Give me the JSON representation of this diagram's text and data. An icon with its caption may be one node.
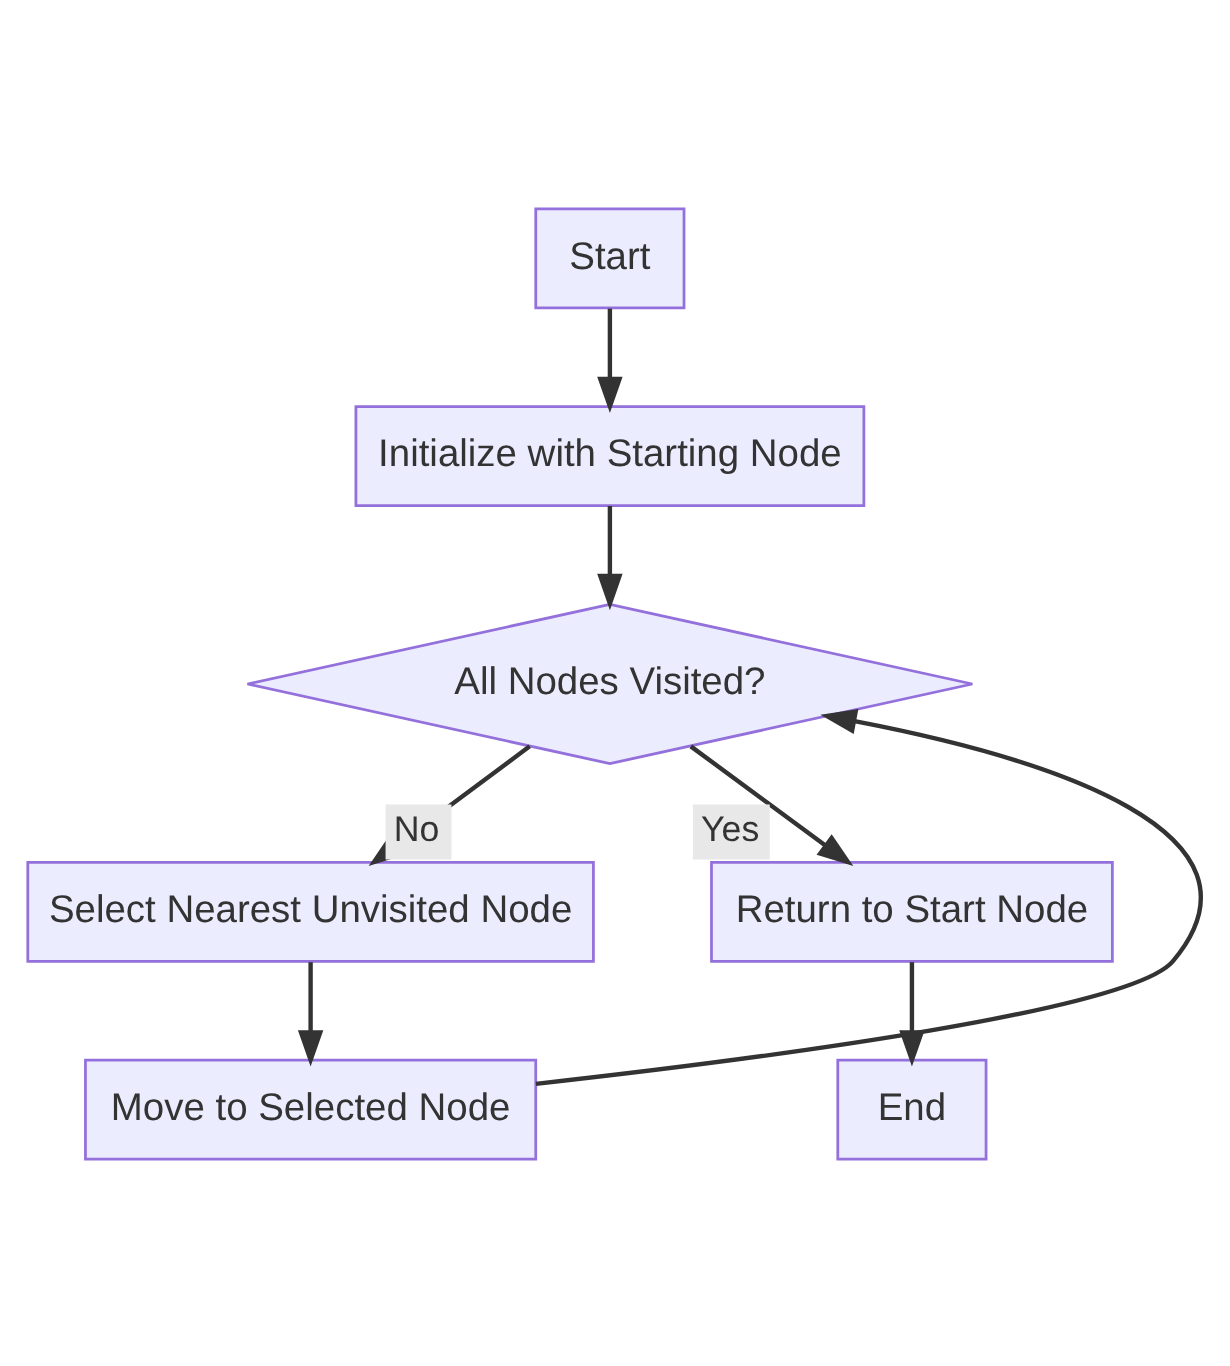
{
  "diagram": {
    "nodes": [
      {
        "text": [
          "Start"
        ]
      },
      {
        "text": [
          "Initialize with Starting Node"
        ]
      },
      {
        "text": [
          "All Nodes Visited?"
        ]
      },
      {
        "text": [
          "Select Nearest Unvisited Node"
        ]
      },
      {
        "text": [
          "Move to Selected Node"
        ]
      },
      {
        "text": [
          "Return to Start Node"
        ]
      },
      {
        "text": [
          "End"
        ]
      }
    ],
    "edges": [
      {
        "from": 0,
        "to": 1,
        "arrow": "to"
      },
      {
        "from": 1,
        "to": 2,
        "arrow": "to"
      },
      {
        "from": 2,
        "to": 3,
        "arrow": "to",
        "label": "No"
      },
      {
        "from": 2,
        "to": 5,
        "arrow": "to",
        "label": "Yes"
      },
      {
        "from": 3,
        "to": 4,
        "arrow": "to"
      },
      {
        "from": 4,
        "to": 2,
        "arrow": "to"
      },
      {
        "from": 5,
        "to": 6,
        "arrow": "to"
      }
    ]
  }
}
